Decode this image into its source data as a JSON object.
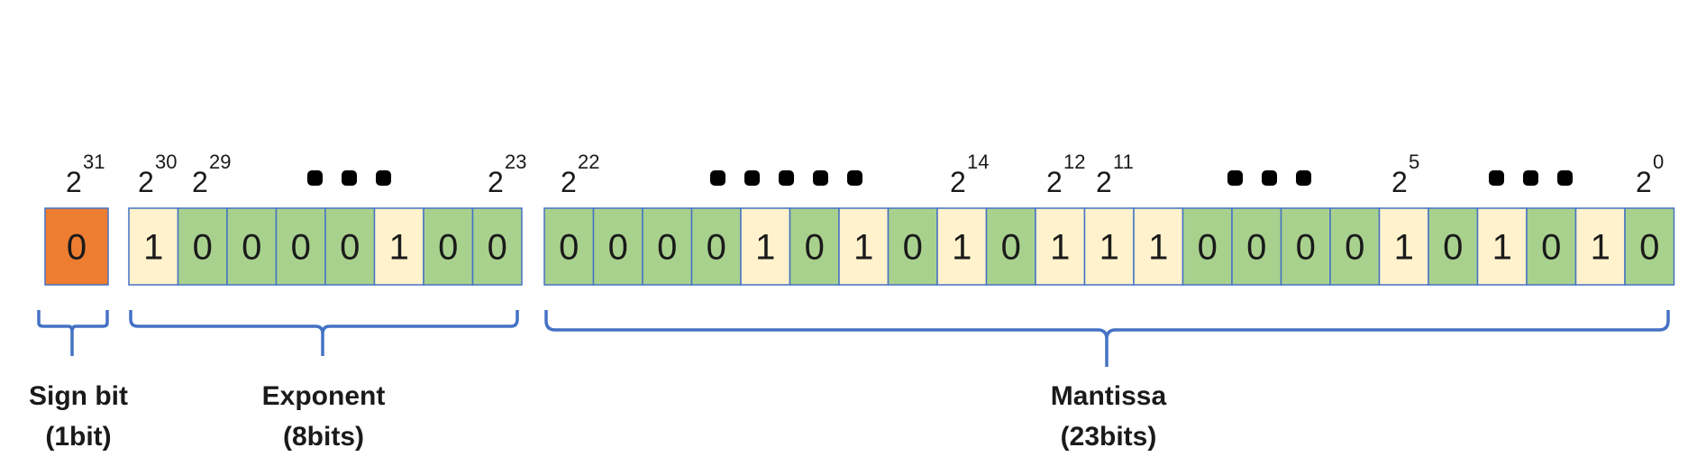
{
  "colors": {
    "sign": "#ED7D31",
    "one": "#FFF2CC",
    "zero": "#A9D18E",
    "cell_border": "#4472C4",
    "brace": "#4472C4",
    "text": "#1a1a1a"
  },
  "sign": {
    "bits": [
      "0"
    ],
    "powers": [
      {
        "base": "2",
        "exp": "31"
      }
    ],
    "label_line1": "Sign bit",
    "label_line2": "(1bit)"
  },
  "exponent": {
    "bits": [
      "1",
      "0",
      "0",
      "0",
      "0",
      "1",
      "0",
      "0"
    ],
    "powers": [
      {
        "base": "2",
        "exp": "30"
      },
      {
        "base": "2",
        "exp": "29"
      },
      {
        "base": "2",
        "exp": "23"
      }
    ],
    "ellipsis_dots": 3,
    "label_line1": "Exponent",
    "label_line2": "(8bits)"
  },
  "mantissa": {
    "bits": [
      "0",
      "0",
      "0",
      "0",
      "1",
      "0",
      "1",
      "0",
      "1",
      "0",
      "1",
      "1",
      "1",
      "0",
      "0",
      "0",
      "0",
      "1",
      "0",
      "1",
      "0",
      "1",
      "0"
    ],
    "powers": [
      {
        "base": "2",
        "exp": "22"
      },
      {
        "base": "2",
        "exp": "14"
      },
      {
        "base": "2",
        "exp": "12"
      },
      {
        "base": "2",
        "exp": "11"
      },
      {
        "base": "2",
        "exp": "5"
      },
      {
        "base": "2",
        "exp": "0"
      }
    ],
    "ellipsis_groups": [
      5,
      3,
      3
    ],
    "label_line1": "Mantissa",
    "label_line2": "(23bits)"
  }
}
